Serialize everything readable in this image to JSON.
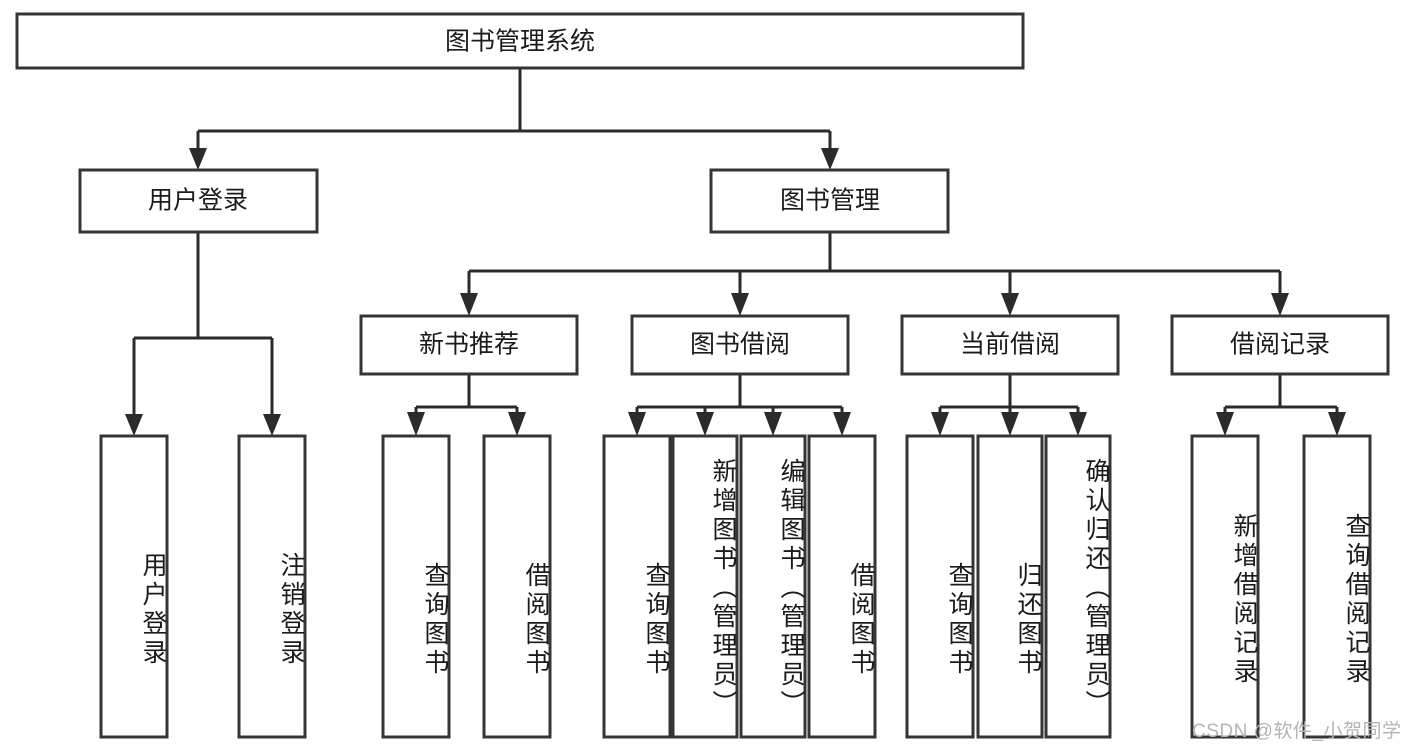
{
  "diagram": {
    "title": "图书管理系统",
    "type": "tree-hierarchy-diagram",
    "colors": {
      "box_stroke": "#353535",
      "connector": "#2b2b2b",
      "text": "#1b1b1b",
      "background": "#ffffff",
      "watermark": "#b4b4b4"
    },
    "root": {
      "label": "图书管理系统"
    },
    "level2": [
      {
        "label": "用户登录"
      },
      {
        "label": "图书管理"
      }
    ],
    "level3": [
      {
        "label": "新书推荐"
      },
      {
        "label": "图书借阅"
      },
      {
        "label": "当前借阅"
      },
      {
        "label": "借阅记录"
      }
    ],
    "leaves": {
      "user_login": [
        {
          "label": "用户登录"
        },
        {
          "label": "注销登录"
        }
      ],
      "new_book_recommend": [
        {
          "label": "查询图书"
        },
        {
          "label": "借阅图书"
        }
      ],
      "book_borrow": [
        {
          "label": "查询图书"
        },
        {
          "label": "新增图书（管理员）"
        },
        {
          "label": "编辑图书（管理员）"
        },
        {
          "label": "借阅图书"
        }
      ],
      "current_borrow": [
        {
          "label": "查询图书"
        },
        {
          "label": "归还图书"
        },
        {
          "label": "确认归还（管理员）"
        }
      ],
      "borrow_record": [
        {
          "label": "新增借阅记录"
        },
        {
          "label": "查询借阅记录"
        }
      ]
    }
  },
  "watermark": {
    "text": "CSDN @软件_小贺同学"
  }
}
